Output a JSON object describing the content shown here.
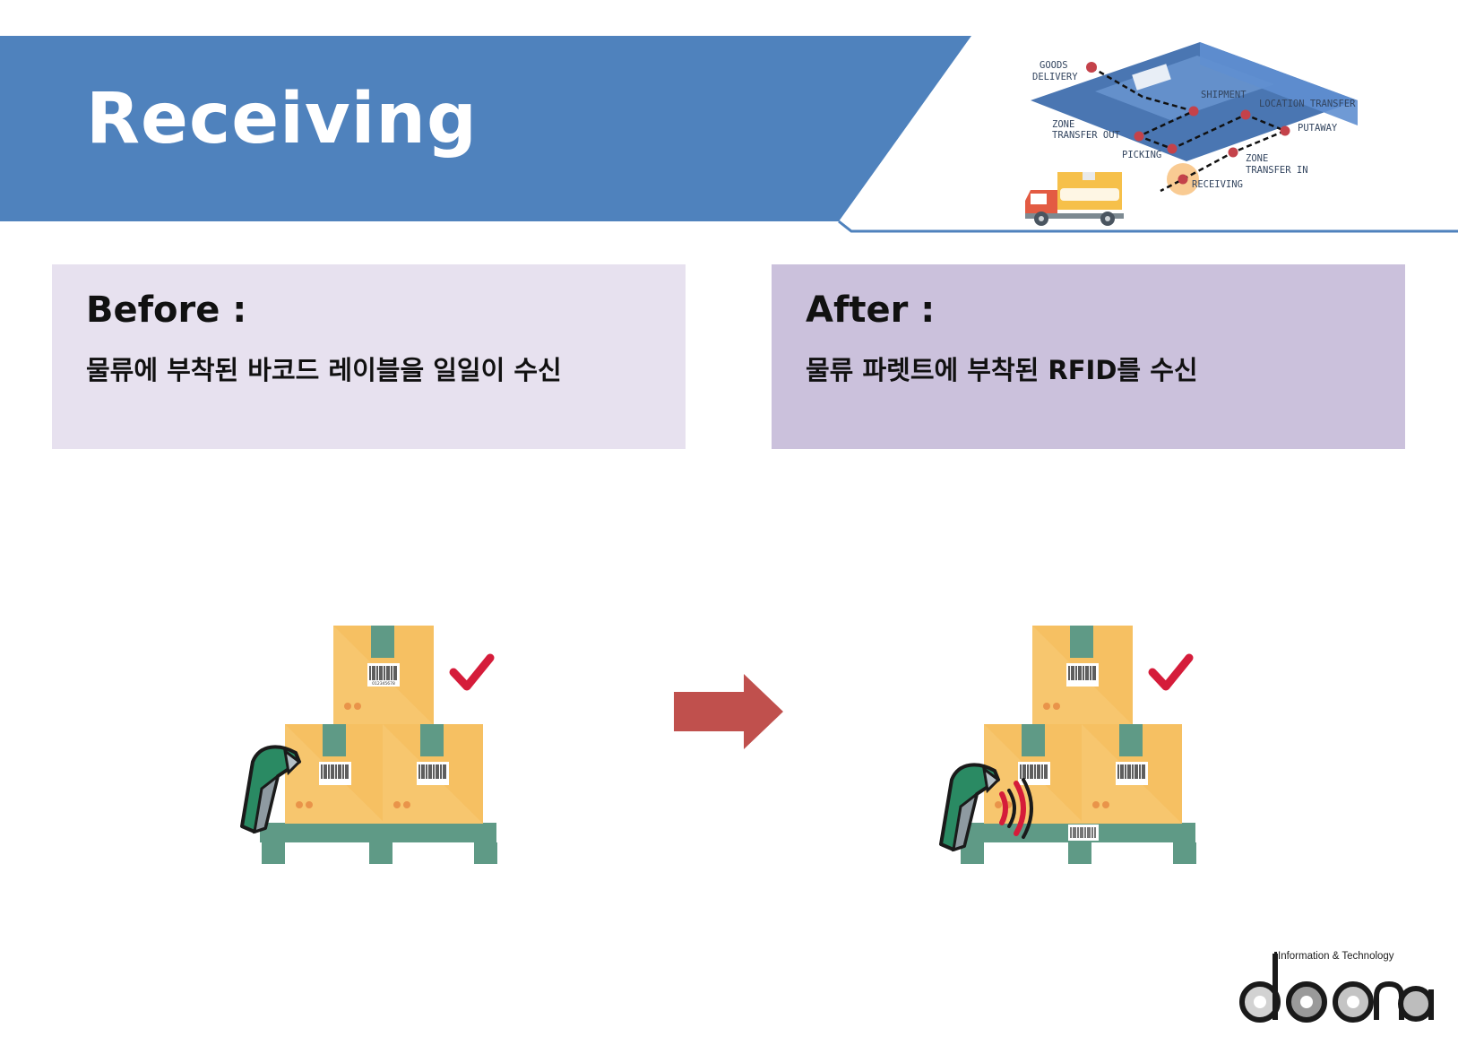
{
  "header": {
    "title": "Receiving"
  },
  "process_map": {
    "labels": {
      "goods_delivery_1": "GOODS",
      "goods_delivery_2": "DELIVERY",
      "shipment": "SHIPMENT",
      "location_transfer": "LOCATION TRANSFER",
      "zone_out_1": "ZONE",
      "zone_out_2": "TRANSFER OUT",
      "putaway": "PUTAWAY",
      "picking": "PICKING",
      "zone_in_1": "ZONE",
      "zone_in_2": "TRANSFER IN",
      "receiving": "RECEIVING"
    },
    "active_step": "RECEIVING"
  },
  "before": {
    "heading": "Before :",
    "text": "물류에 부착된 바코드 레이블을 일일이 수신"
  },
  "after": {
    "heading": "After :",
    "text": "물류 파렛트에 부착된 RFID를 수신"
  },
  "illustration": {
    "barcode_number": "012345678"
  },
  "logo": {
    "tagline": "Information & Technology",
    "wordmark": "doona"
  },
  "colors": {
    "banner": "#4f82bd",
    "before_card": "#e7e1ef",
    "after_card": "#cbc1dc",
    "arrow": "#c0504d",
    "check": "#d51c3a",
    "box": "#f7c66e",
    "tape": "#5f9a86",
    "pallet": "#5f9a86"
  }
}
